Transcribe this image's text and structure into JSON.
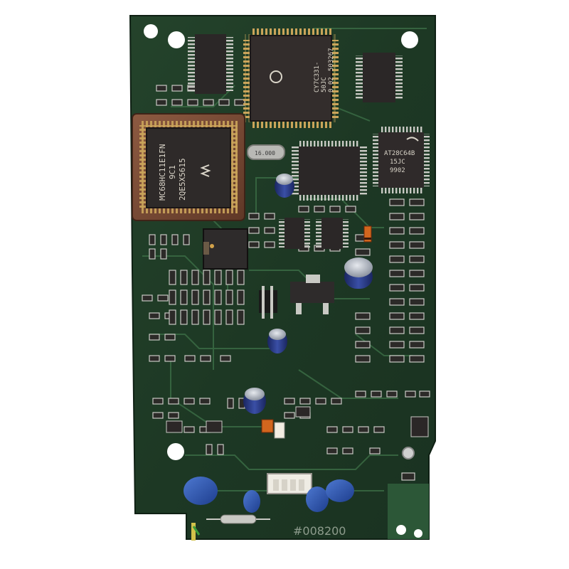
{
  "photo": {
    "subject": "",
    "colors": {
      "background": "#ffffff",
      "board": "#1f3a26",
      "board_dark": "#15291b",
      "trace": "#2e5a38",
      "gold": "#c8a24a",
      "chip": "#2b2727",
      "plcc_socket": "#7a4a35",
      "capacitor_blue": "#2a52a8",
      "electrolytic": "#1c2a6e",
      "tin": "#c9c9c4"
    }
  },
  "components": {
    "mcu_label_1": "MC68HC11E1FN",
    "mcu_label_2": "9C1",
    "mcu_label_3": "2QE5X5615",
    "cpld_label_1": "CY7C331-",
    "cpld_label_2": "50JC",
    "cpld_label_3": "0 02",
    "cpld_label_4": "503267",
    "eeprom_label_1": "AT28C64B",
    "eeprom_label_2": "15JC",
    "eeprom_label_3": "9902",
    "crystal_label": "16.000",
    "board_serial": "#008200"
  }
}
